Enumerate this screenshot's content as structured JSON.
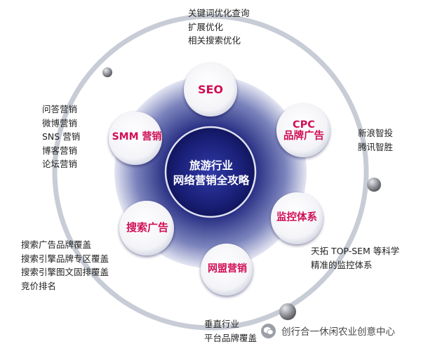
{
  "center": {
    "line1": "旅游行业",
    "line2": "网络营销全攻略"
  },
  "nodes": [
    {
      "label": "SEO"
    },
    {
      "label": "CPC\n品牌广告"
    },
    {
      "label": "监控体系"
    },
    {
      "label": "网盟营销"
    },
    {
      "label": "搜索广告"
    },
    {
      "label": "SMM 营销"
    }
  ],
  "annotations": {
    "seo": [
      "关键词优化查询",
      "扩展优化",
      "相关搜索优化"
    ],
    "cpc": [
      "新浪智投",
      "腾讯智胜"
    ],
    "monitoring": [
      "天拓 TOP-SEM 等科学",
      "精准的监控体系"
    ],
    "alliance": [
      "垂直行业",
      "平台品牌覆盖"
    ],
    "search_ads": [
      "搜索广告品牌覆盖",
      "搜索引擎品牌专区覆盖",
      "搜索引擎图文固排覆盖",
      "竞价排名"
    ],
    "smm": [
      "问答营销",
      "微博营销",
      "SNS 营销",
      "博客营销",
      "论坛营销"
    ]
  },
  "watermark": {
    "text": "创行合一休闲农业创意中心",
    "icon": "wechat-icon"
  },
  "colors": {
    "node_text": "#d10f55",
    "ring_dark": "#1b1f6e",
    "ring_light": "#c9cde0",
    "orbit": "#c8ccd6"
  }
}
